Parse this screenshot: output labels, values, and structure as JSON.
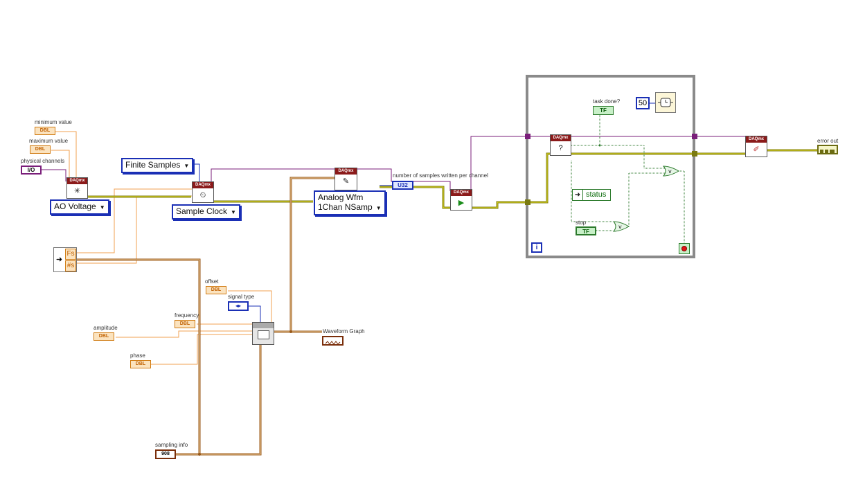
{
  "labels": {
    "minimum_value": "minimum value",
    "maximum_value": "maximum value",
    "physical_channels": "physical channels",
    "offset": "offset",
    "signal_type": "signal type",
    "frequency": "frequency",
    "amplitude": "amplitude",
    "phase": "phase",
    "sampling_info": "sampling info",
    "waveform_graph": "Waveform Graph",
    "samples_written": "number of samples written per channel",
    "task_done": "task done?",
    "stop": "stop",
    "error_out": "error out"
  },
  "terminals": {
    "dbl": "DBL",
    "io": "I/O",
    "u32": "U32",
    "tf": "TF",
    "sampling_info_box": "908",
    "sig_type_glyph": "◂▸"
  },
  "rings": {
    "finite_samples": "Finite Samples",
    "ao_voltage": "AO Voltage",
    "sample_clock": "Sample Clock",
    "analog_wfm_line1": "Analog Wfm",
    "analog_wfm_line2": "1Chan NSamp"
  },
  "bundle": {
    "fs": "Fs",
    "ns": "#s"
  },
  "vi_header": "DAQmx",
  "status_label": "status",
  "wait_value": "50",
  "loop_iteration": "i",
  "colors": {
    "orange_wire": "#f0a050",
    "purple_wire": "#7a1e7a",
    "cluster_wire": "#9a5a1a",
    "error_wire": "#7a7a10",
    "bool_wire": "#2c7a2c",
    "loop_border": "#8a8a8a"
  }
}
